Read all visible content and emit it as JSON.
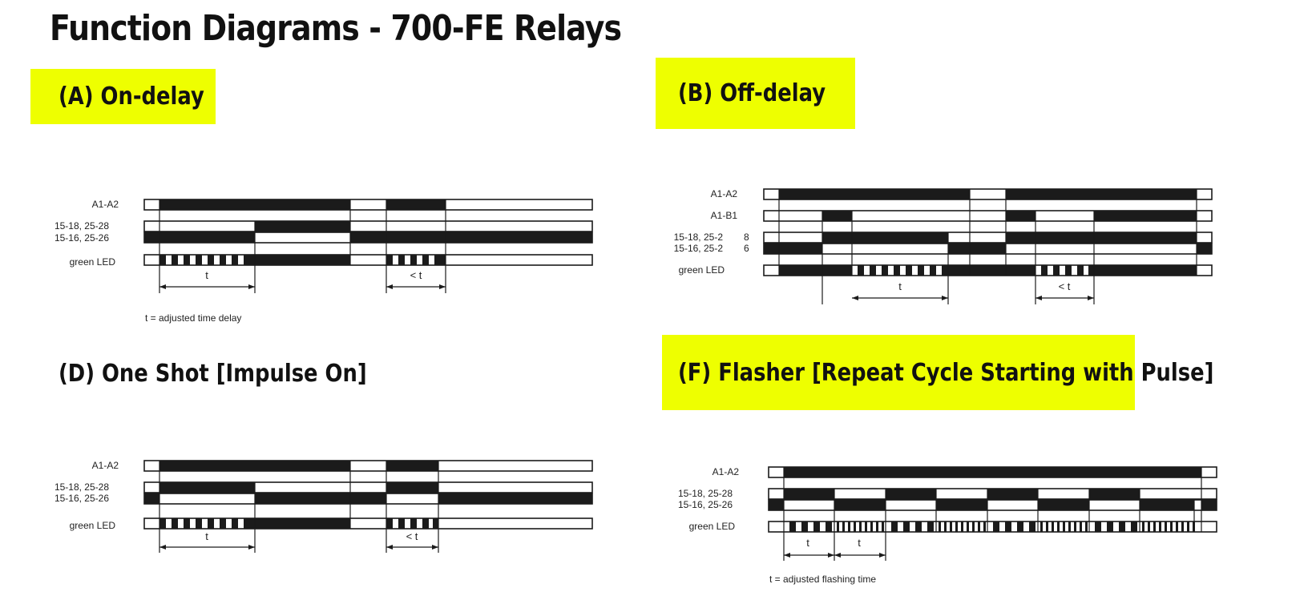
{
  "title": "Function Diagrams - 700-FE Relays",
  "colors": {
    "highlight": "#eeff00",
    "ink": "#1b1b1b"
  },
  "diagrams": [
    {
      "heading": "(A) On-delay",
      "labels": [
        "A1-A2",
        "15-18, 25-28",
        "15-16, 25-26",
        "green LED"
      ],
      "dims": [
        "t",
        "< t"
      ],
      "note": "t = adjusted time delay"
    },
    {
      "heading": "(B) Off-delay",
      "labels": [
        "A1-A2",
        "A1-B1",
        "15-18, 25-2",
        "8",
        "15-16, 25-2",
        "6",
        "green LED"
      ],
      "dims": [
        "t",
        "< t"
      ],
      "note": ""
    },
    {
      "heading": "(D) One Shot [Impulse On]",
      "labels": [
        "A1-A2",
        "15-18, 25-28",
        "15-16, 25-26",
        "green LED"
      ],
      "dims": [
        "t",
        "< t"
      ],
      "note": ""
    },
    {
      "heading": "(F) Flasher [Repeat Cycle Starting with Pulse]",
      "labels": [
        "A1-A2",
        "15-18, 25-28",
        "15-16, 25-26",
        "green LED"
      ],
      "dims": [
        "t",
        "t"
      ],
      "note": "t = adjusted flashing time"
    }
  ]
}
